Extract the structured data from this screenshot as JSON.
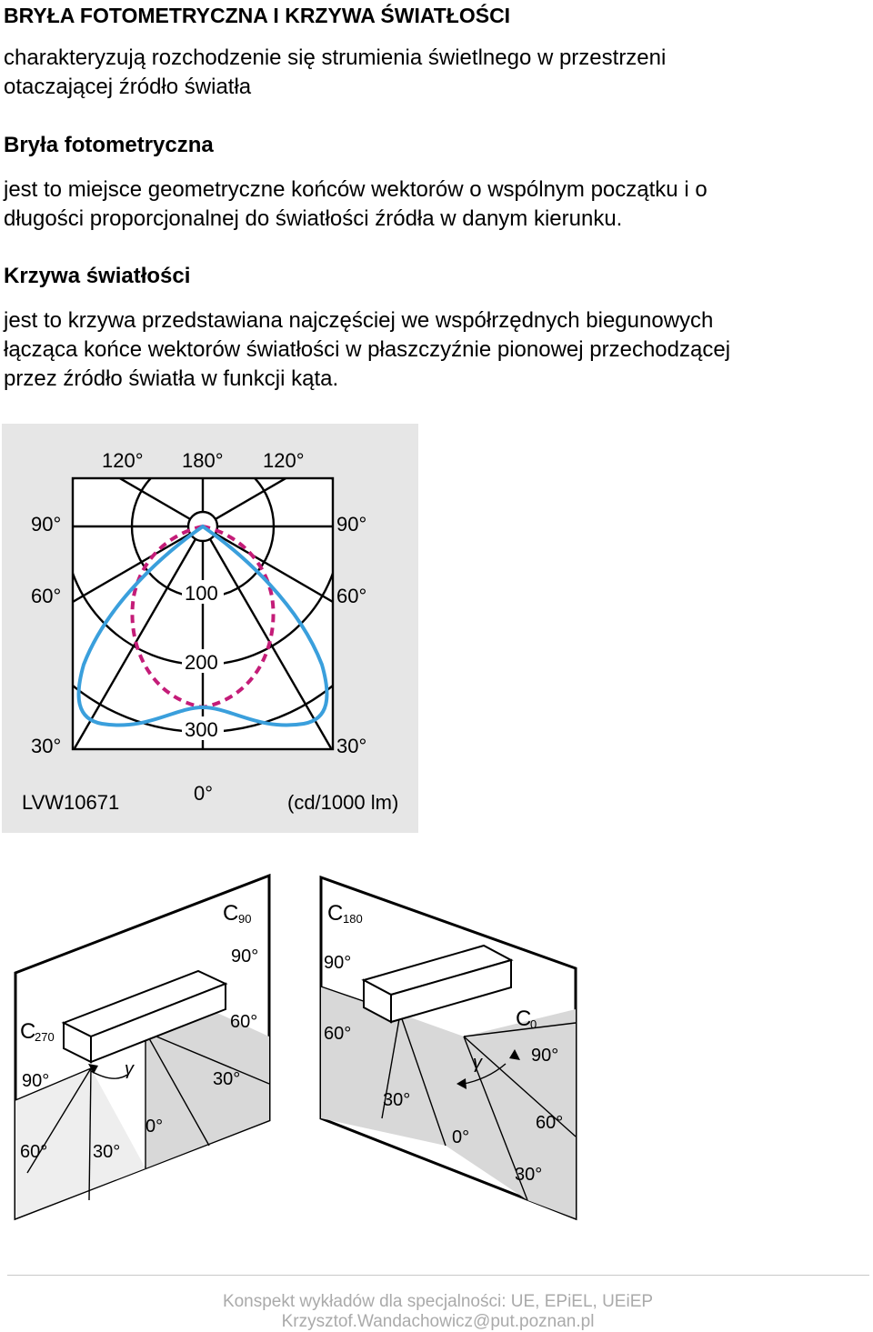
{
  "document": {
    "title": "BRYŁA FOTOMETRYCZNA I KRZYWA ŚWIATŁOŚCI",
    "intro_line1": "charakteryzują rozchodzenie się strumienia świetlnego w przestrzeni",
    "intro_line2": "otaczającej źródło światła",
    "section1_heading": "Bryła fotometryczna",
    "section1_line1": "jest to miejsce geometryczne końców wektorów o wspólnym początku i o",
    "section1_line2": "długości proporcjonalnej do światłości źródła w danym kierunku.",
    "section2_heading": "Krzywa światłości",
    "section2_line1": "jest to krzywa przedstawiana najczęściej we współrzędnych biegunowych",
    "section2_line2": "łącząca końce wektorów światłości w płaszczyźnie pionowej przechodzącej",
    "section2_line3": "przez źródło światła w funkcji kąta."
  },
  "polar_figure": {
    "angle_top_left": "120°",
    "angle_top_center": "180°",
    "angle_top_right": "120°",
    "angle_left_90": "90°",
    "angle_right_90": "90°",
    "angle_left_60": "60°",
    "angle_right_60": "60°",
    "angle_left_30": "30°",
    "angle_right_30": "30°",
    "angle_bottom": "0°",
    "ring_100": "100",
    "ring_200": "200",
    "ring_300": "300",
    "code": "LVW10671",
    "unit": "(cd/1000 lm)",
    "colors": {
      "solid_curve": "#3a9fdc",
      "dashed_curve": "#c41c78",
      "panel_bg": "#e6e6e6"
    }
  },
  "iso_figure": {
    "left": {
      "plane_top": "C",
      "plane_top_sub": "90",
      "plane_left": "C",
      "plane_left_sub": "270",
      "a90_right": "90°",
      "a60_right": "60°",
      "a30_right": "30°",
      "a0": "0°",
      "a90_left": "90°",
      "a60_left": "60°",
      "a30_left": "30°",
      "gamma": "γ"
    },
    "right": {
      "plane_top": "C",
      "plane_top_sub": "180",
      "plane_right": "C",
      "plane_right_sub": "0",
      "a90_left": "90°",
      "a60_left": "60°",
      "a30_left": "30°",
      "a0": "0°",
      "a90_right": "90°",
      "a60_right": "60°",
      "a30_right": "30°",
      "gamma": "γ"
    }
  },
  "footer": {
    "line1": "Konspekt wykładów dla specjalności: UE, EPiEL, UEiEP",
    "line2": "Krzysztof.Wandachowicz@put.poznan.pl"
  }
}
